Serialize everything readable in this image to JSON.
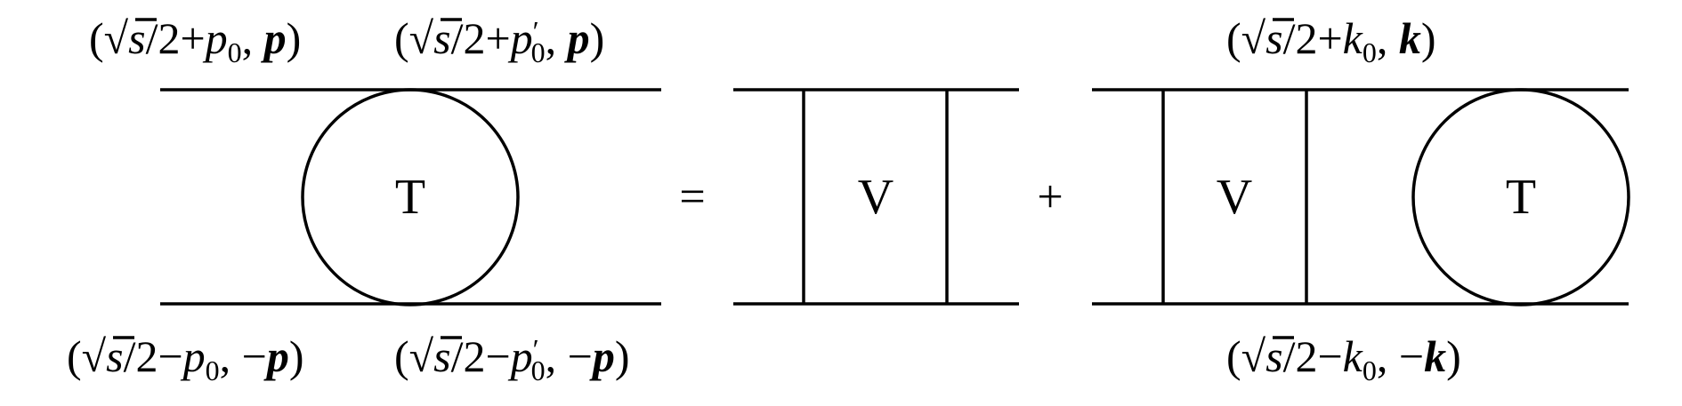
{
  "equation": {
    "lhs_symbol": "T",
    "equals_sign": "=",
    "plus_sign": "+",
    "kernel_symbol": "V",
    "rhs_symbol_kernel": "V",
    "rhs_symbol_t": "T"
  },
  "labels": {
    "top_left_1": {
      "open": "(",
      "sqrt": "√",
      "s": "s",
      "mid": "/2+",
      "p": "p",
      "sub": "0",
      "comma": ",",
      "vec": "p",
      "close": ")"
    },
    "top_left_2": {
      "open": "(",
      "sqrt": "√",
      "s": "s",
      "mid": "/2+",
      "p": "p",
      "prime": "′",
      "sub": "0",
      "comma": ",",
      "vec": "p",
      "close": ")"
    },
    "bottom_left_1": {
      "open": "(",
      "sqrt": "√",
      "s": "s",
      "mid": "/2−",
      "p": "p",
      "sub": "0",
      "comma": ", −",
      "vec": "p",
      "close": ")"
    },
    "bottom_left_2": {
      "open": "(",
      "sqrt": "√",
      "s": "s",
      "mid": "/2−",
      "p": "p",
      "prime": "′",
      "sub": "0",
      "comma": ", −",
      "vec": "p",
      "close": ")"
    },
    "top_right": {
      "open": "(",
      "sqrt": "√",
      "s": "s",
      "mid": "/2+",
      "k": "k",
      "sub": "0",
      "comma": ",",
      "vec": "k",
      "close": ")"
    },
    "bottom_right": {
      "open": "(",
      "sqrt": "√",
      "s": "s",
      "mid": "/2−",
      "k": "k",
      "sub": "0",
      "comma": ", −",
      "vec": "k",
      "close": ")"
    }
  }
}
